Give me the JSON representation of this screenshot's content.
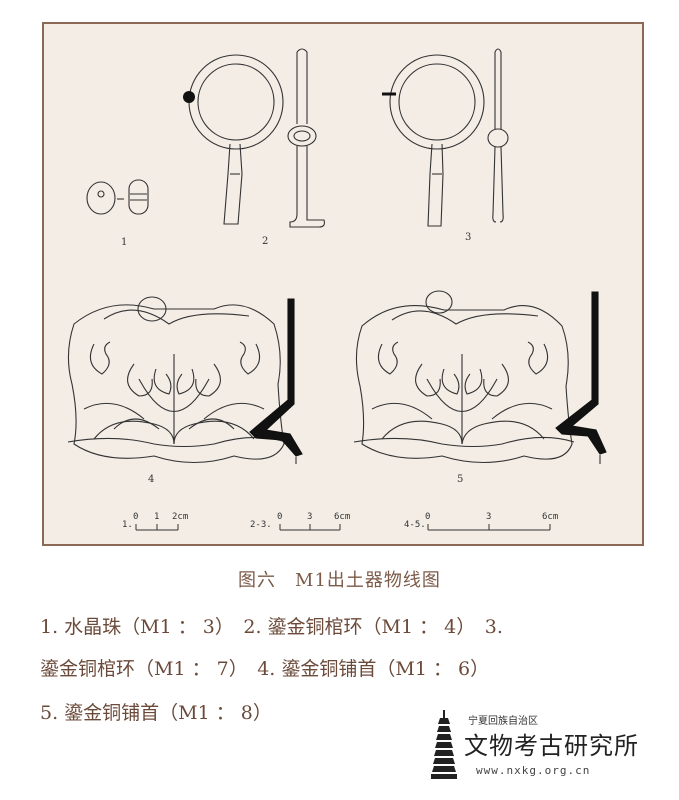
{
  "figure": {
    "labels": [
      "1",
      "2",
      "3",
      "4",
      "5"
    ],
    "scales": {
      "s1": {
        "prefix": "1.",
        "ticks": [
          "0",
          "1",
          "2cm"
        ]
      },
      "s2": {
        "prefix": "2-3.",
        "ticks": [
          "0",
          "3",
          "6cm"
        ]
      },
      "s3": {
        "prefix": "4-5.",
        "ticks": [
          "0",
          "3",
          "6cm"
        ]
      }
    }
  },
  "caption": {
    "title": "图六　M1出土器物线图",
    "line1": "1. 水晶珠（M1 ： 3）　2. 鎏金铜棺环（M1 ： 4）　3.",
    "line2": "鎏金铜棺环（M1 ： 7）　4. 鎏金铜铺首（M1 ： 6）",
    "line3": "5. 鎏金铜铺首（M1 ： 8）"
  },
  "logo": {
    "org_small": "宁夏回族自治区",
    "org_big": "文物考古研究所",
    "url": "www.nxkg.org.cn",
    "icon": "pagoda-icon"
  }
}
